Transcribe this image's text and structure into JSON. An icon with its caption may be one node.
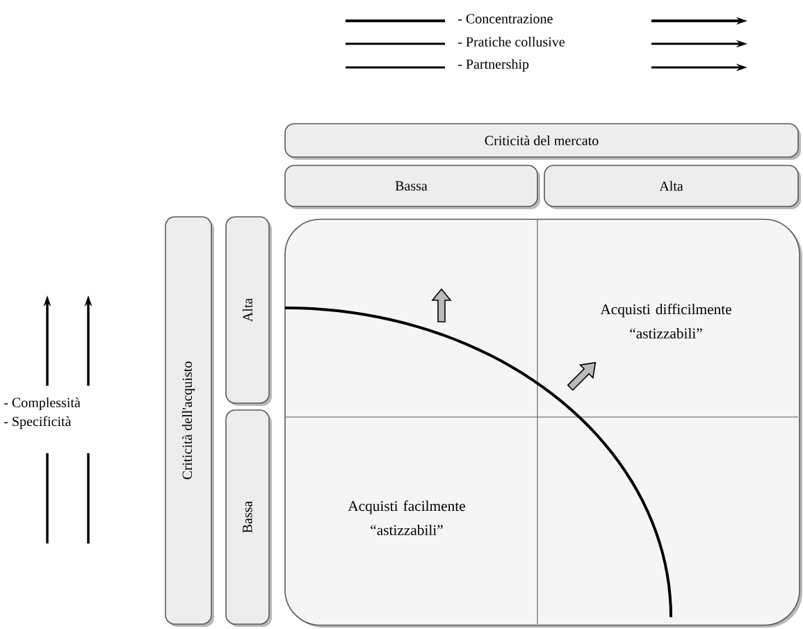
{
  "diagram": {
    "nodes": [
      {
        "text": [
          "Criticità del mercato"
        ]
      },
      {
        "text": [
          "Bassa"
        ]
      },
      {
        "text": [
          "Alta"
        ]
      },
      {
        "text": [
          "Criticità dell'acquisto"
        ]
      },
      {
        "text": [
          "Alta"
        ]
      },
      {
        "text": [
          "Bassa"
        ]
      },
      {
        "text": [
          "Acquisti difficilmente “astizzabili”",
          "Acquisti facilmente “astizzabili”"
        ]
      }
    ],
    "labels": [
      "- Concentrazione",
      "- Pratiche collusive",
      "- Partnership",
      "- Complessità",
      "- Specificità"
    ]
  }
}
